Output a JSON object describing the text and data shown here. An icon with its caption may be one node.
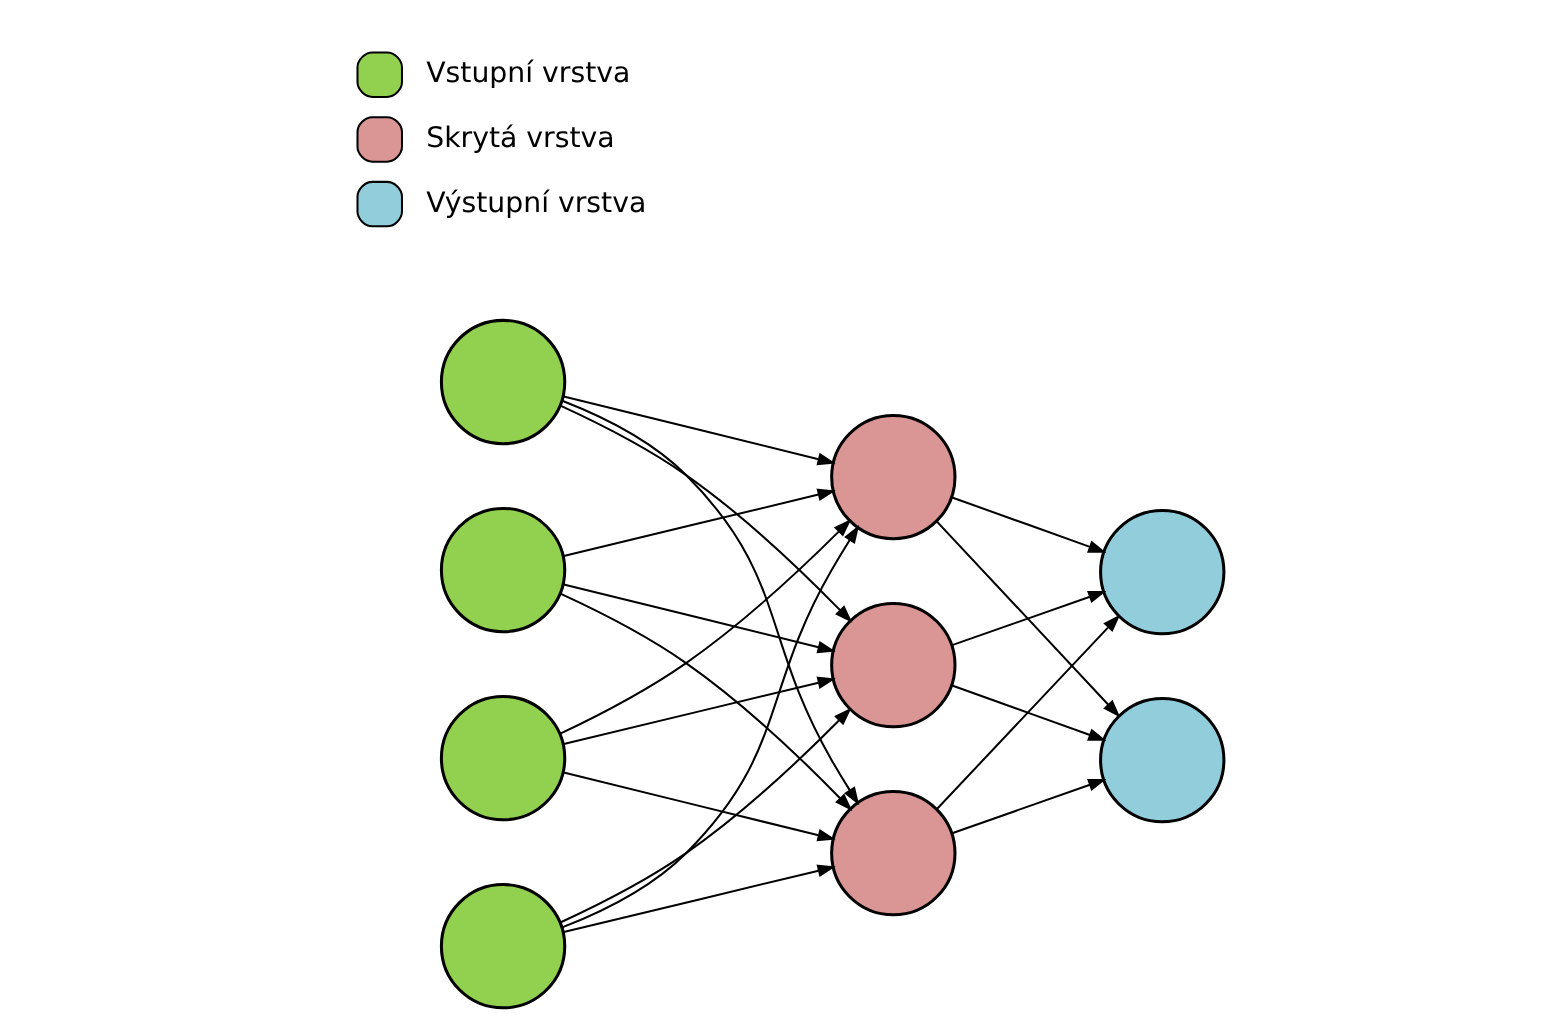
{
  "diagram": {
    "nodes": [
      {
        "text": [],
        "shape": "circle"
      },
      {
        "text": [],
        "shape": "circle"
      },
      {
        "text": [],
        "shape": "circle"
      },
      {
        "text": [],
        "shape": "circle"
      },
      {
        "text": [],
        "shape": "circle"
      },
      {
        "text": [],
        "shape": "circle"
      },
      {
        "text": [],
        "shape": "circle"
      },
      {
        "text": [],
        "shape": "circle"
      },
      {
        "text": [],
        "shape": "circle"
      }
    ],
    "edges": [
      {
        "from": 0,
        "to": 4,
        "arrow": "to"
      },
      {
        "from": 0,
        "to": 5,
        "arrow": "to"
      },
      {
        "from": 0,
        "to": 6,
        "arrow": "to"
      },
      {
        "from": 1,
        "to": 4,
        "arrow": "to"
      },
      {
        "from": 1,
        "to": 5,
        "arrow": "to"
      },
      {
        "from": 1,
        "to": 6,
        "arrow": "to"
      },
      {
        "from": 2,
        "to": 4,
        "arrow": "to"
      },
      {
        "from": 2,
        "to": 5,
        "arrow": "to"
      },
      {
        "from": 2,
        "to": 6,
        "arrow": "to"
      },
      {
        "from": 3,
        "to": 4,
        "arrow": "to"
      },
      {
        "from": 3,
        "to": 5,
        "arrow": "to"
      },
      {
        "from": 3,
        "to": 6,
        "arrow": "to"
      },
      {
        "from": 4,
        "to": 7,
        "arrow": "to"
      },
      {
        "from": 4,
        "to": 8,
        "arrow": "to"
      },
      {
        "from": 5,
        "to": 7,
        "arrow": "to"
      },
      {
        "from": 5,
        "to": 8,
        "arrow": "to"
      },
      {
        "from": 6,
        "to": 7,
        "arrow": "to"
      },
      {
        "from": 6,
        "to": 8,
        "arrow": "to"
      }
    ],
    "legend": [
      {
        "text": "Vstupní vrstva",
        "color": "#92d050"
      },
      {
        "text": "Skrytá vrstva",
        "color": "#d99694"
      },
      {
        "text": "Výstupní vrstva",
        "color": "#92cddc"
      }
    ]
  }
}
